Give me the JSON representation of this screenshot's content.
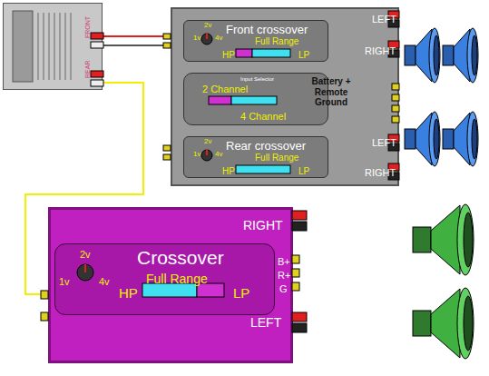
{
  "diagram": {
    "nodes": [
      {
        "text": [
          "FRONT",
          "REAR"
        ]
      },
      {
        "text": [
          "Battery + Remote Ground",
          "LEFT",
          "RIGHT",
          "LEFT",
          "RIGHT"
        ]
      },
      {
        "text": [
          "Front crossover",
          "2v",
          "1v",
          "4v",
          "Full Range",
          "HP",
          "LP"
        ],
        "in": 1
      },
      {
        "text": [
          "Input Selector",
          "2 Channel",
          "4 Channel"
        ],
        "in": 1
      },
      {
        "text": [
          "Rear crossover",
          "2v",
          "1v",
          "4v",
          "Full Range",
          "HP",
          "LP"
        ],
        "in": 1
      },
      {
        "text": [
          "RIGHT",
          "B+",
          "R+",
          "G",
          "LEFT"
        ]
      },
      {
        "text": [
          "Crossover",
          "2v",
          "1v",
          "4v",
          "Full Range",
          "HP",
          "LP"
        ],
        "in": 5
      }
    ],
    "edges": [
      {
        "from": 0,
        "to": 1,
        "arrow": "none"
      },
      {
        "from": 0,
        "to": 5,
        "arrow": "none"
      }
    ]
  }
}
